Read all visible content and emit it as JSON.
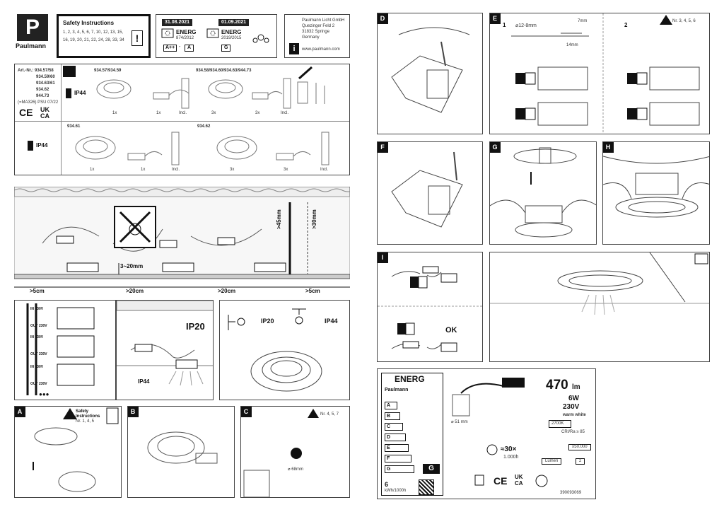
{
  "brand": {
    "name": "Paulmann",
    "logo_letter": "P"
  },
  "safety": {
    "title": "Safety Instructions",
    "nums": "1, 2, 3, 4, 5, 6, 7, 10, 12, 13, 15, 16, 19, 20, 21, 22, 24, 28, 33, 34",
    "mark": "!"
  },
  "energy_dates": {
    "d1": "31.08.2021",
    "d2": "01.09.2021",
    "r1_label": "ENERG",
    "r1_ref": "874/2012",
    "r2_label": "ENERG",
    "r2_ref": "2019/2015",
    "c1": "A++",
    "c1b": "A",
    "c2": "G"
  },
  "address": {
    "company": "Paulmann Licht GmbH",
    "street": "Quezinger Feld 2",
    "city": "31832 Springe",
    "country": "Germany",
    "url": "www.paulmann.com",
    "info": "i"
  },
  "articles": {
    "label": "Art.-Nr.: 934.57/58",
    "l2": "934.59/60",
    "l3": "934.63/61",
    "l4": "934.62",
    "l5": "944.73",
    "l6": "(=MA326) PSU 07/22",
    "ce": "CE",
    "ukca1": "UK",
    "ukca2": "CA"
  },
  "kits": {
    "k1": {
      "title": "934.57/934.59",
      "ip": "IP44",
      "q1": "1x",
      "q2": "1x",
      "incl": "Incl."
    },
    "k2": {
      "title": "934.58/934.60/934.63/944.73",
      "q1": "3x",
      "q2": "3x",
      "incl": "Incl."
    },
    "k3": {
      "title": "934.61",
      "ip": "IP44",
      "q1": "1x",
      "q2": "1x",
      "incl": "Incl."
    },
    "k4": {
      "title": "934.62",
      "q1": "3x",
      "q2": "3x",
      "incl": "Incl."
    }
  },
  "install": {
    "d_gap": "3~20mm",
    "d_depth1": ">45mm",
    "d_depth2": ">30mm",
    "d_side1": ">5cm",
    "d_mid1": ">20cm",
    "d_mid2": ">20cm",
    "d_side2": ">5cm"
  },
  "wiring": {
    "in1": "IN 230V",
    "out1": "OUT 230V",
    "in2": "IN 230V",
    "out2": "OUT 230V",
    "in3": "IN 230V",
    "out3": "OUT 230V",
    "dots": "●●●"
  },
  "ip": {
    "ip20": "IP20",
    "ip44": "IP44",
    "r1": "IP20",
    "r2": "IP44"
  },
  "steps": {
    "A": {
      "tab": "A",
      "safety": "Safety Instructions",
      "nr": "Nr. 1, 4, 5"
    },
    "B": {
      "tab": "B"
    },
    "C": {
      "tab": "C",
      "nr": "Nr. 4, 5, 7",
      "dia": "⌀ 68mm"
    },
    "D": {
      "tab": "D"
    },
    "E": {
      "tab": "E",
      "n1": "1",
      "n2": "2",
      "strip1": "⌀12-8mm",
      "strip2": "7mm",
      "strip3": "14mm",
      "nr": "Nr. 3, 4, 5, 6"
    },
    "F": {
      "tab": "F"
    },
    "G": {
      "tab": "G"
    },
    "H": {
      "tab": "H"
    },
    "I": {
      "tab": "I",
      "ok": "OK"
    }
  },
  "label": {
    "energ": "ENERG",
    "brand": "Paulmann",
    "classes": [
      "A",
      "B",
      "C",
      "D",
      "E",
      "F",
      "G"
    ],
    "active": "G",
    "kwh": "6",
    "kwh_unit": "kWh/1000h",
    "lumen": "470",
    "lumen_unit": "lm",
    "watt": "6W",
    "volt": "230V",
    "ww": "warm white",
    "kelvin": "2700K",
    "cri": "CRI/Ra ≥ 85",
    "life": "≈30×",
    "life2": "1.000h",
    "cycles": "≥50.000",
    "lumen_row": "Lumen",
    "lumen_val": "2",
    "dia": "⌀ 51 mm",
    "ce": "CE",
    "uk": "UK",
    "ca": "CA",
    "code": "390093069"
  }
}
